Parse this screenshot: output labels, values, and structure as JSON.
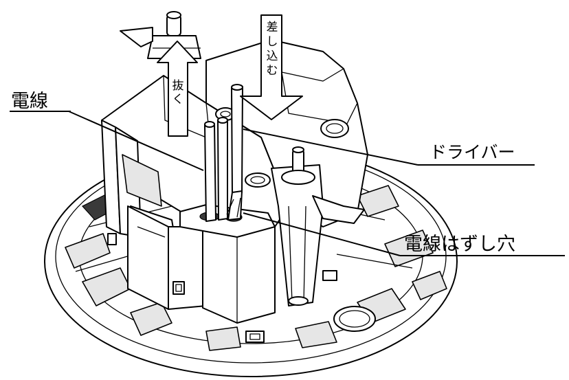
{
  "callouts": {
    "wire": "電線",
    "driver": "ドライバー",
    "release_hole": "電線はずし穴"
  },
  "arrows": {
    "pull_out": [
      "抜",
      "く"
    ],
    "insert": [
      "差",
      "し",
      "込",
      "む"
    ]
  },
  "colors": {
    "line": "#000000",
    "background": "#ffffff",
    "shade": "#e6e6e6"
  }
}
